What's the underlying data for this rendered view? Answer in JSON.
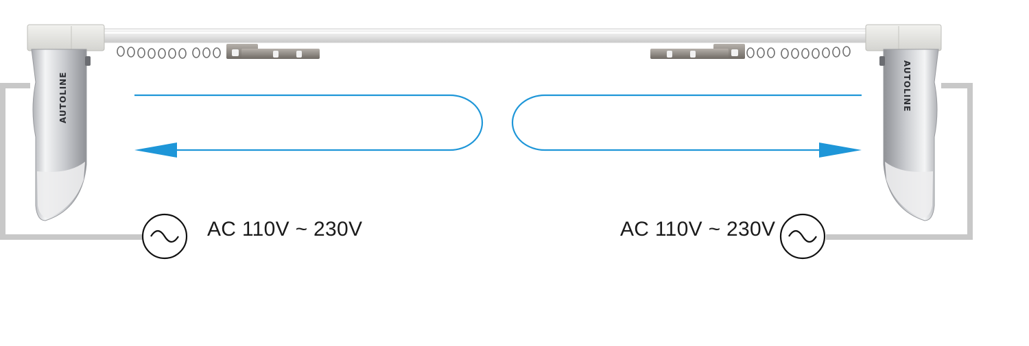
{
  "brand": {
    "logo_text": "AUTOLINE"
  },
  "power_supply": {
    "left_label": "AC 110V ~ 230V",
    "right_label": "AC 110V ~ 230V"
  },
  "colors": {
    "arrow": "#1e96d8",
    "wire": "#c8c8c8",
    "motor_body": "#d9dadd",
    "rail": "#f0f0f0",
    "symbol": "#111111"
  },
  "icons": {
    "left_motor": "curtain-motor-icon",
    "right_motor": "curtain-motor-icon",
    "ac_source": "ac-source-icon",
    "direction": "arrow-icon"
  }
}
